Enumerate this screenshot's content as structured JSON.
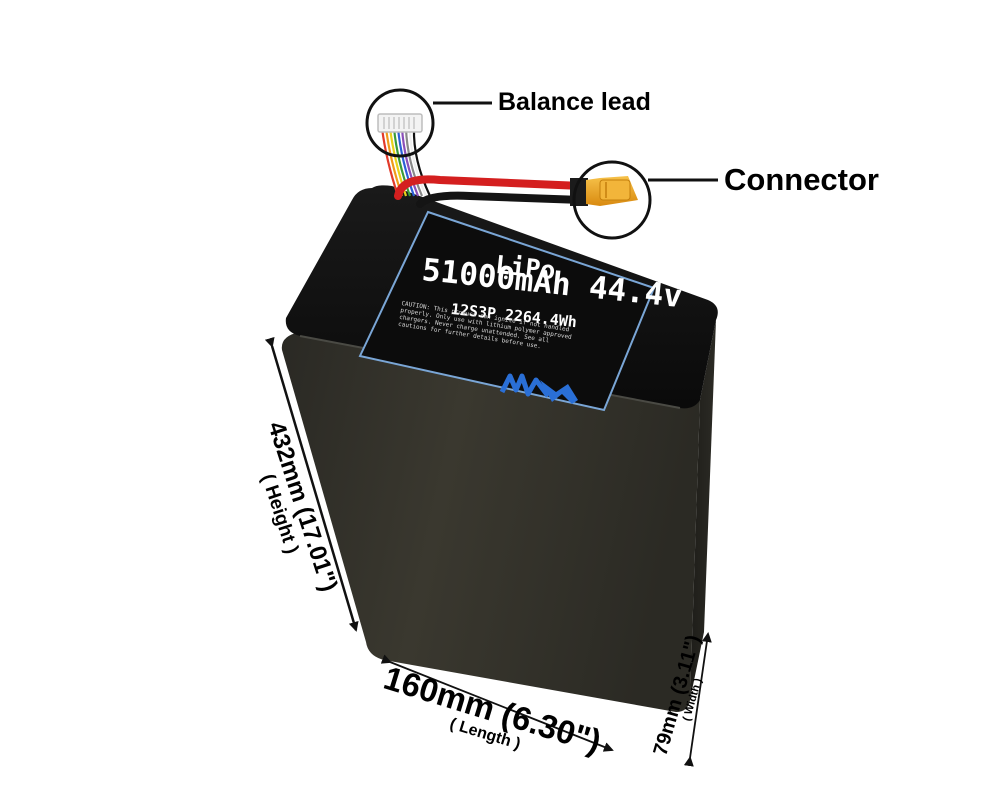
{
  "callouts": {
    "balance_lead": "Balance lead",
    "connector": "Connector"
  },
  "battery_label": {
    "chemistry": "LiPo",
    "capacity_voltage": "51000mAh 44.4v",
    "spec": "12S3P 2264.4Wh",
    "warning": "CAUTION: This product can ignite if not handled properly. Only use with lithium polymer approved chargers. Never charge unattended. See all cautions for further details before use.",
    "logo": "MA"
  },
  "dimensions": {
    "height": {
      "value": "432mm (17.01\")",
      "label": "( Height )"
    },
    "length": {
      "value": "160mm (6.30\")",
      "label": "( Length )"
    },
    "width": {
      "value": "79mm (3.11\")",
      "label": "( Width )"
    }
  },
  "colors": {
    "body_front": "#34332c",
    "body_top": "#111111",
    "label_border": "#7aa6d6",
    "logo_blue": "#2a6fd6",
    "wire_red": "#d41f1f",
    "connector_yellow": "#f0a81c"
  }
}
